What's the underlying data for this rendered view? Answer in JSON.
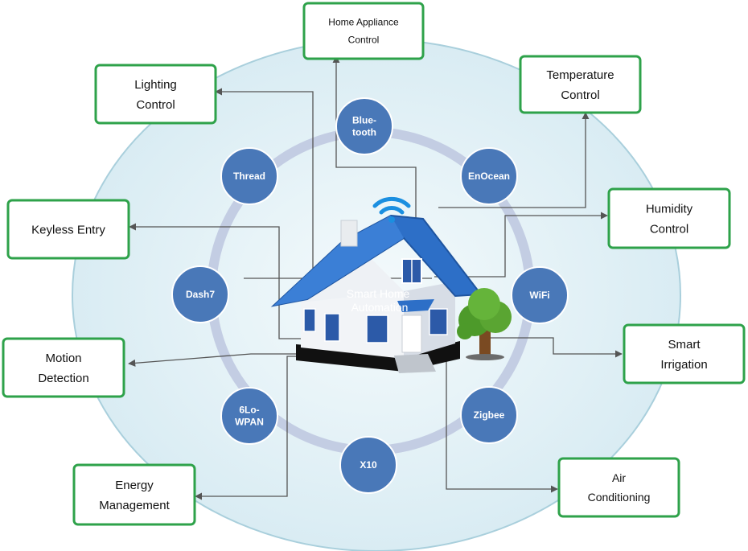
{
  "center": {
    "label_line1": "Smart Home",
    "label_line2": "Automation"
  },
  "protocols": [
    "Blue-\ntooth",
    "EnOcean",
    "WiFi",
    "Zigbee",
    "X10",
    "6Lo-\nWPAN",
    "Dash7",
    "Thread"
  ],
  "applications": [
    "Home Appliance\nControl",
    "Temperature\nControl",
    "Humidity\nControl",
    "Smart\nIrrigation",
    "Air\nConditioning",
    "Energy\nManagement",
    "Motion\nDetection",
    "Keyless Entry",
    "Lighting\nControl"
  ],
  "colors": {
    "outer_fill": "#e2f0f5",
    "outer_stroke": "#a9cfdc",
    "ring": "#c3cde3",
    "node_fill": "#4978b8",
    "node_text": "#ffffff",
    "box_border": "#2ea24a",
    "connector": "#555555",
    "roof": "#2d6fc7",
    "wifi_symbol": "#1b8fe0",
    "tree_foliage": "#4d9a2a"
  },
  "icons": {
    "center": "house-icon",
    "wireless": "wifi-signal-icon",
    "decoration": "tree-icon"
  }
}
